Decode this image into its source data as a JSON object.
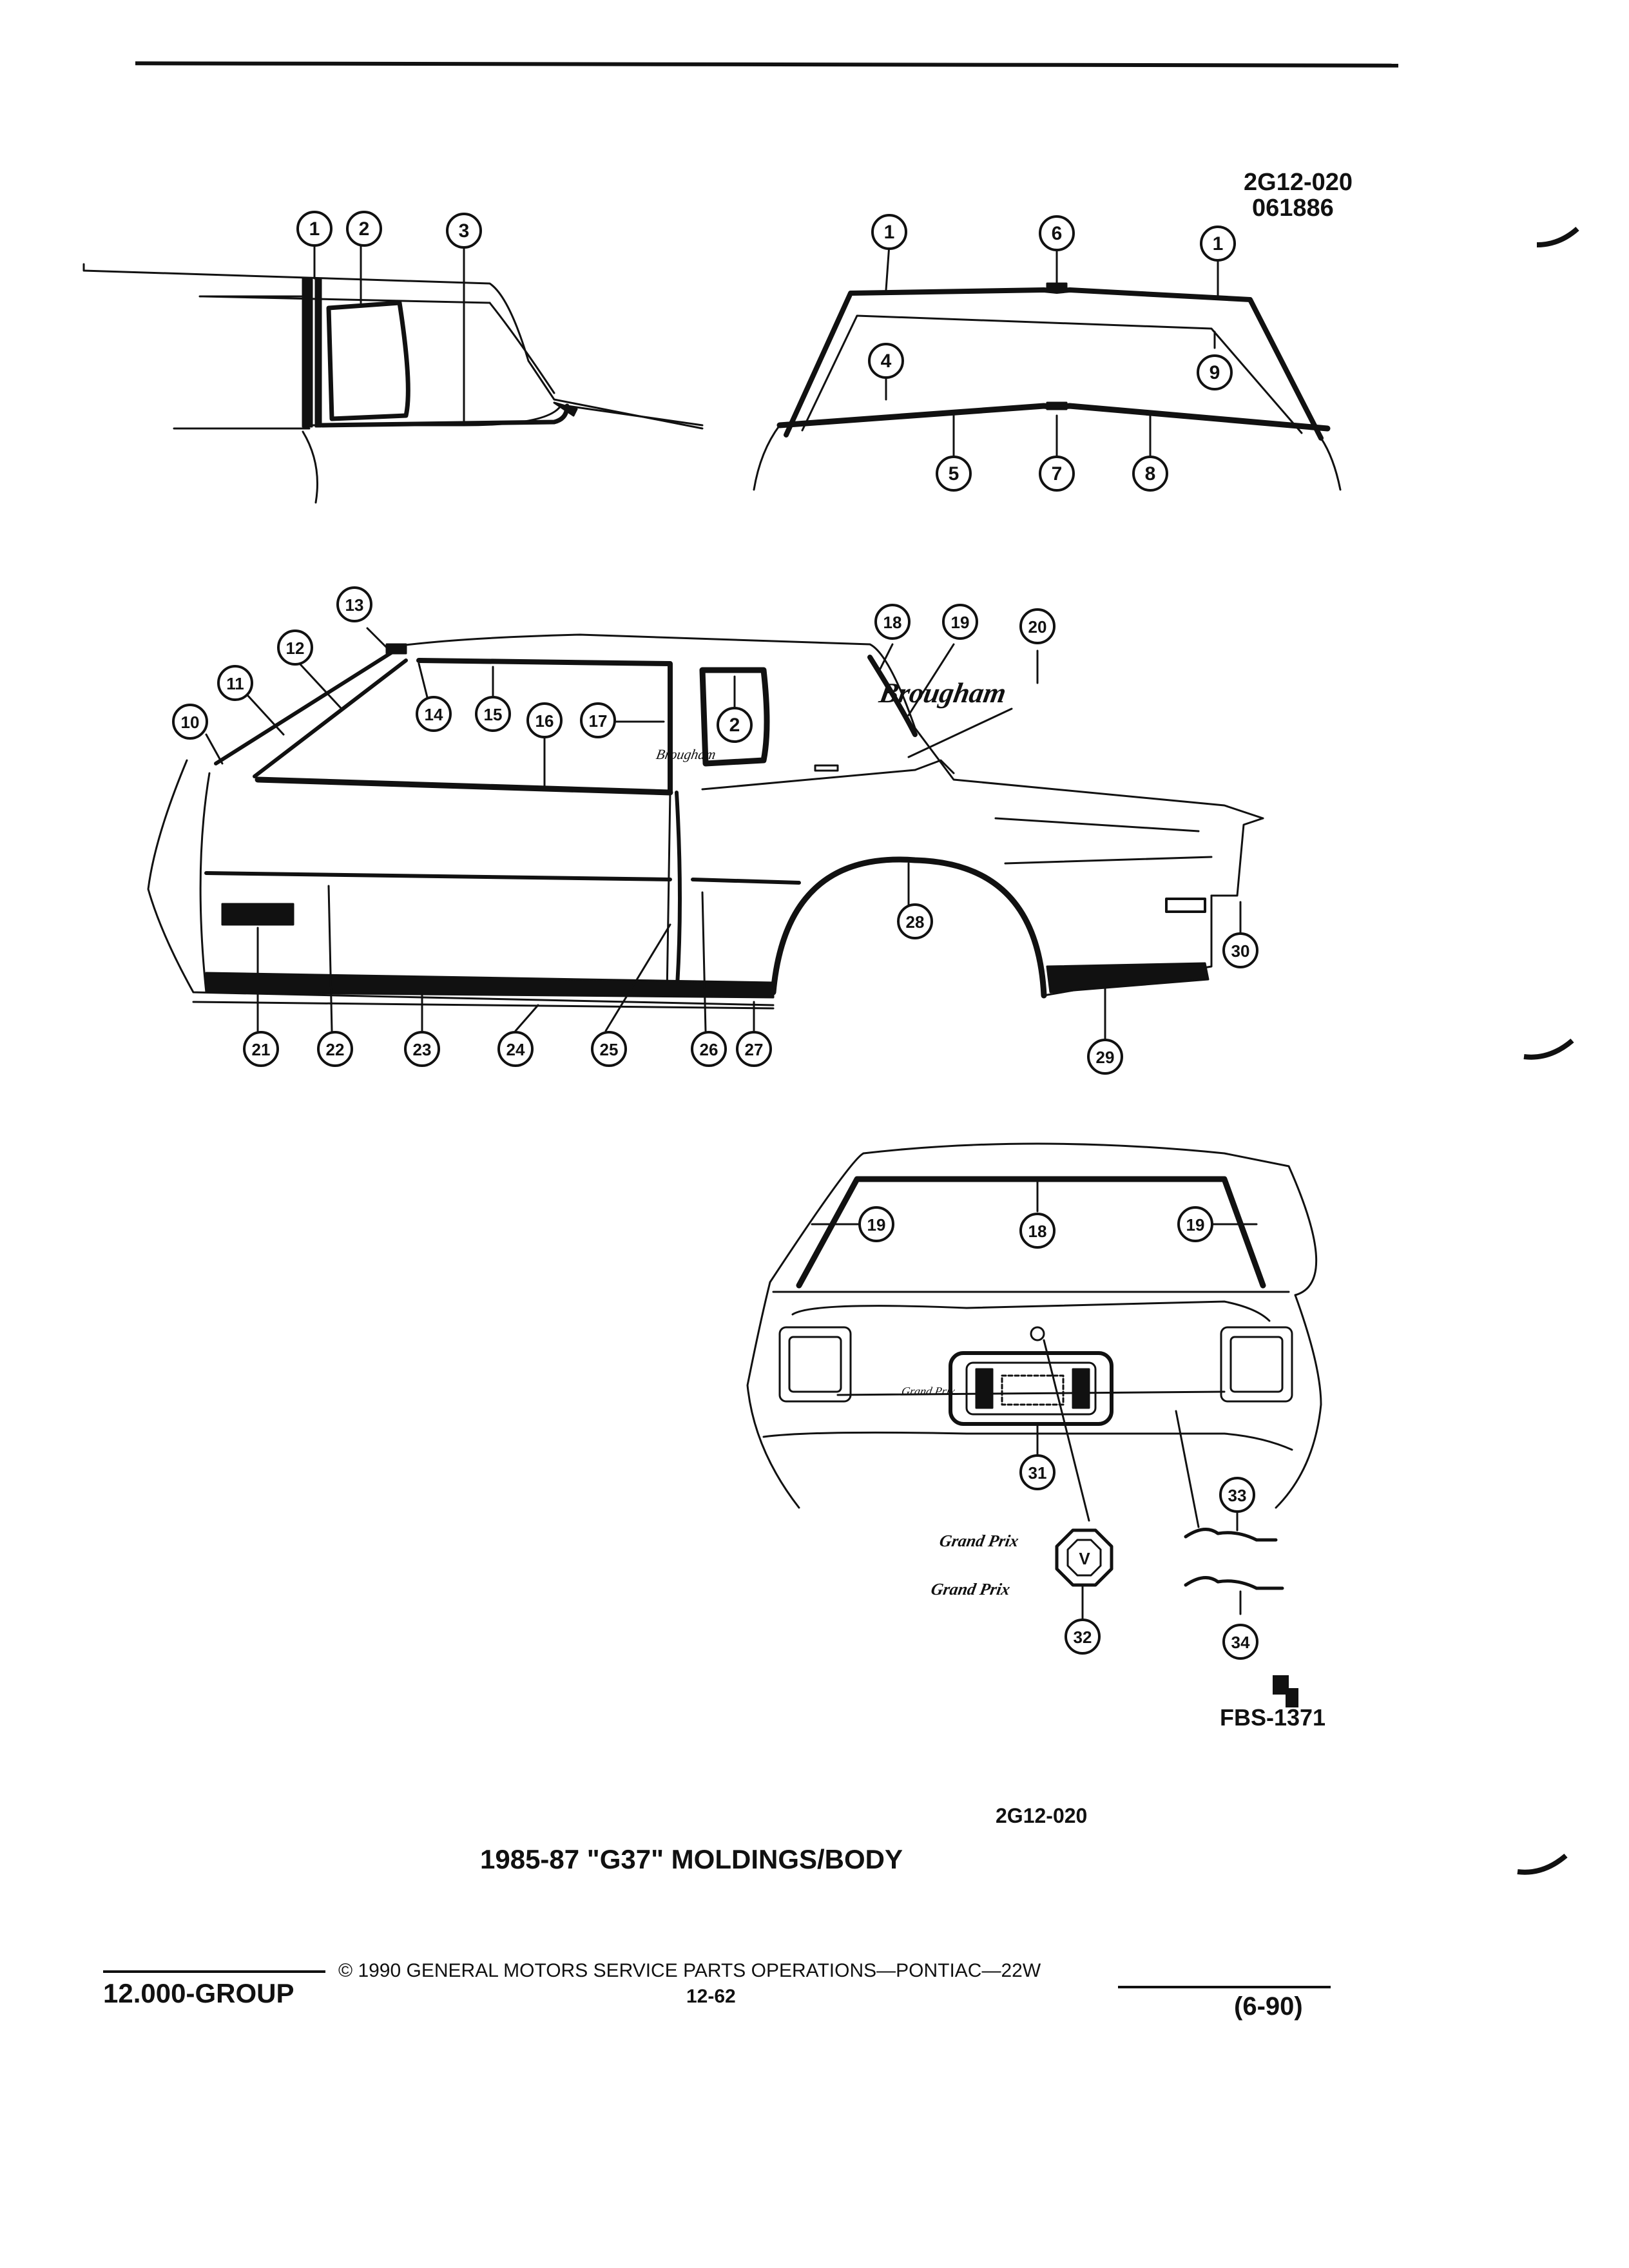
{
  "page": {
    "ref_code": "2G12-020",
    "ref_date": "061886",
    "figure_code": "FBS-1371",
    "caption_code": "2G12-020",
    "caption_title": "1985-87 \"G37\" MOLDINGS/BODY",
    "footer_group": "12.000-GROUP",
    "footer_copyright": "© 1990 GENERAL MOTORS SERVICE PARTS OPERATIONS—PONTIAC—22W",
    "footer_page": "12-62",
    "footer_date": "(6-90)",
    "emblem_letter": "V",
    "script_badge_text": "Brougham",
    "script_badge_rear": "Grand Prix"
  },
  "callouts": [
    "1",
    "2",
    "3",
    "4",
    "5",
    "6",
    "7",
    "8",
    "9",
    "10",
    "11",
    "12",
    "13",
    "14",
    "15",
    "16",
    "17",
    "18",
    "19",
    "20",
    "21",
    "22",
    "23",
    "24",
    "25",
    "26",
    "27",
    "28",
    "29",
    "30",
    "31",
    "32",
    "33",
    "34"
  ],
  "colors": {
    "ink": "#111111",
    "paper": "#ffffff"
  }
}
